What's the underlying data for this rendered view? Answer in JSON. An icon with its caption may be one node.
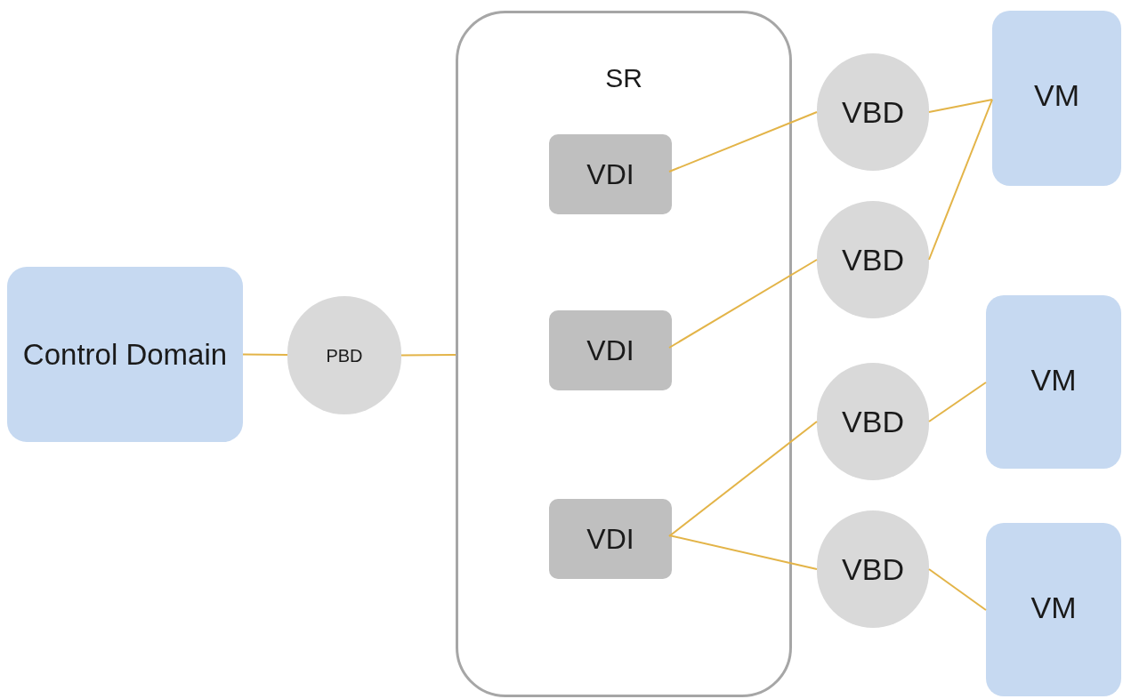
{
  "diagram": {
    "nodes": [
      {
        "text": [
          "Control Domain"
        ]
      },
      {
        "text": [
          "PBD"
        ]
      },
      {
        "text": [
          "SR"
        ]
      },
      {
        "text": [
          "VDI"
        ],
        "in": 2
      },
      {
        "text": [
          "VDI"
        ],
        "in": 2
      },
      {
        "text": [
          "VDI"
        ],
        "in": 2
      },
      {
        "text": [
          "VBD"
        ]
      },
      {
        "text": [
          "VBD"
        ]
      },
      {
        "text": [
          "VBD"
        ]
      },
      {
        "text": [
          "VBD"
        ]
      },
      {
        "text": [
          "VM"
        ]
      },
      {
        "text": [
          "VM"
        ]
      },
      {
        "text": [
          "VM"
        ]
      }
    ],
    "edges": [
      {
        "from": 0,
        "to": 1,
        "arrow": "none"
      },
      {
        "from": 1,
        "to": 2,
        "arrow": "none"
      },
      {
        "from": 3,
        "to": 6,
        "arrow": "none"
      },
      {
        "from": 4,
        "to": 7,
        "arrow": "none"
      },
      {
        "from": 5,
        "to": 8,
        "arrow": "none"
      },
      {
        "from": 5,
        "to": 9,
        "arrow": "none"
      },
      {
        "from": 6,
        "to": 10,
        "arrow": "none"
      },
      {
        "from": 7,
        "to": 10,
        "arrow": "none"
      },
      {
        "from": 8,
        "to": 11,
        "arrow": "none"
      },
      {
        "from": 9,
        "to": 12,
        "arrow": "none"
      }
    ]
  }
}
